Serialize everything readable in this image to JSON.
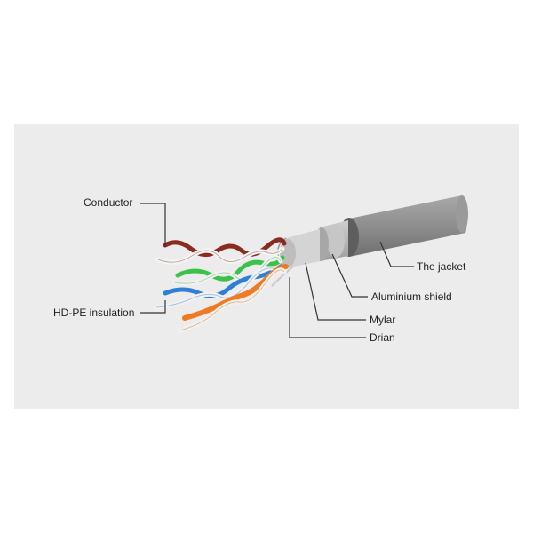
{
  "diagram": {
    "labels": {
      "conductor": "Conductor",
      "insulation": "HD-PE insulation",
      "jacket": "The jacket",
      "shield": "Aluminium shield",
      "mylar": "Mylar",
      "drain": "Drian"
    },
    "colors": {
      "background_panel": "#ececec",
      "jacket": "#8c8c8c",
      "shield": "#b9b9b9",
      "leader_line": "#333333",
      "pair_brown": "#8b2a1f",
      "pair_green": "#3cc24a",
      "pair_blue": "#2f7fd9",
      "pair_orange": "#f07a22"
    }
  }
}
